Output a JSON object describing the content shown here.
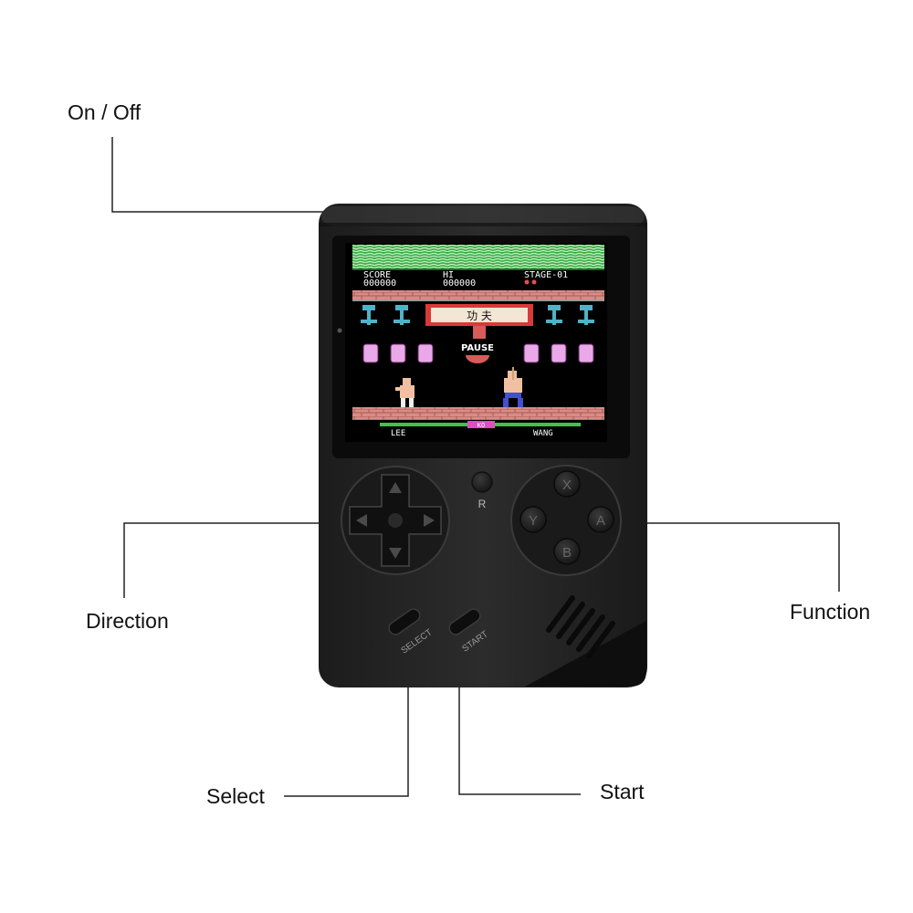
{
  "labels": {
    "power": "On / Off",
    "direction": "Direction",
    "function": "Function",
    "select": "Select",
    "start": "Start"
  },
  "device": {
    "r_button": "R",
    "button_x": "X",
    "button_y": "Y",
    "button_a": "A",
    "button_b": "B",
    "select_label": "SELECT",
    "start_label": "START",
    "body_color": "#262626"
  },
  "game": {
    "score_label": "SCORE",
    "score_value": "000000",
    "hi_label": "HI",
    "hi_value": "000000",
    "stage": "STAGE-01",
    "title_sign": "功 夫",
    "pause": "PAUSE",
    "ko": "KO",
    "player1": "LEE",
    "player2": "WANG"
  }
}
